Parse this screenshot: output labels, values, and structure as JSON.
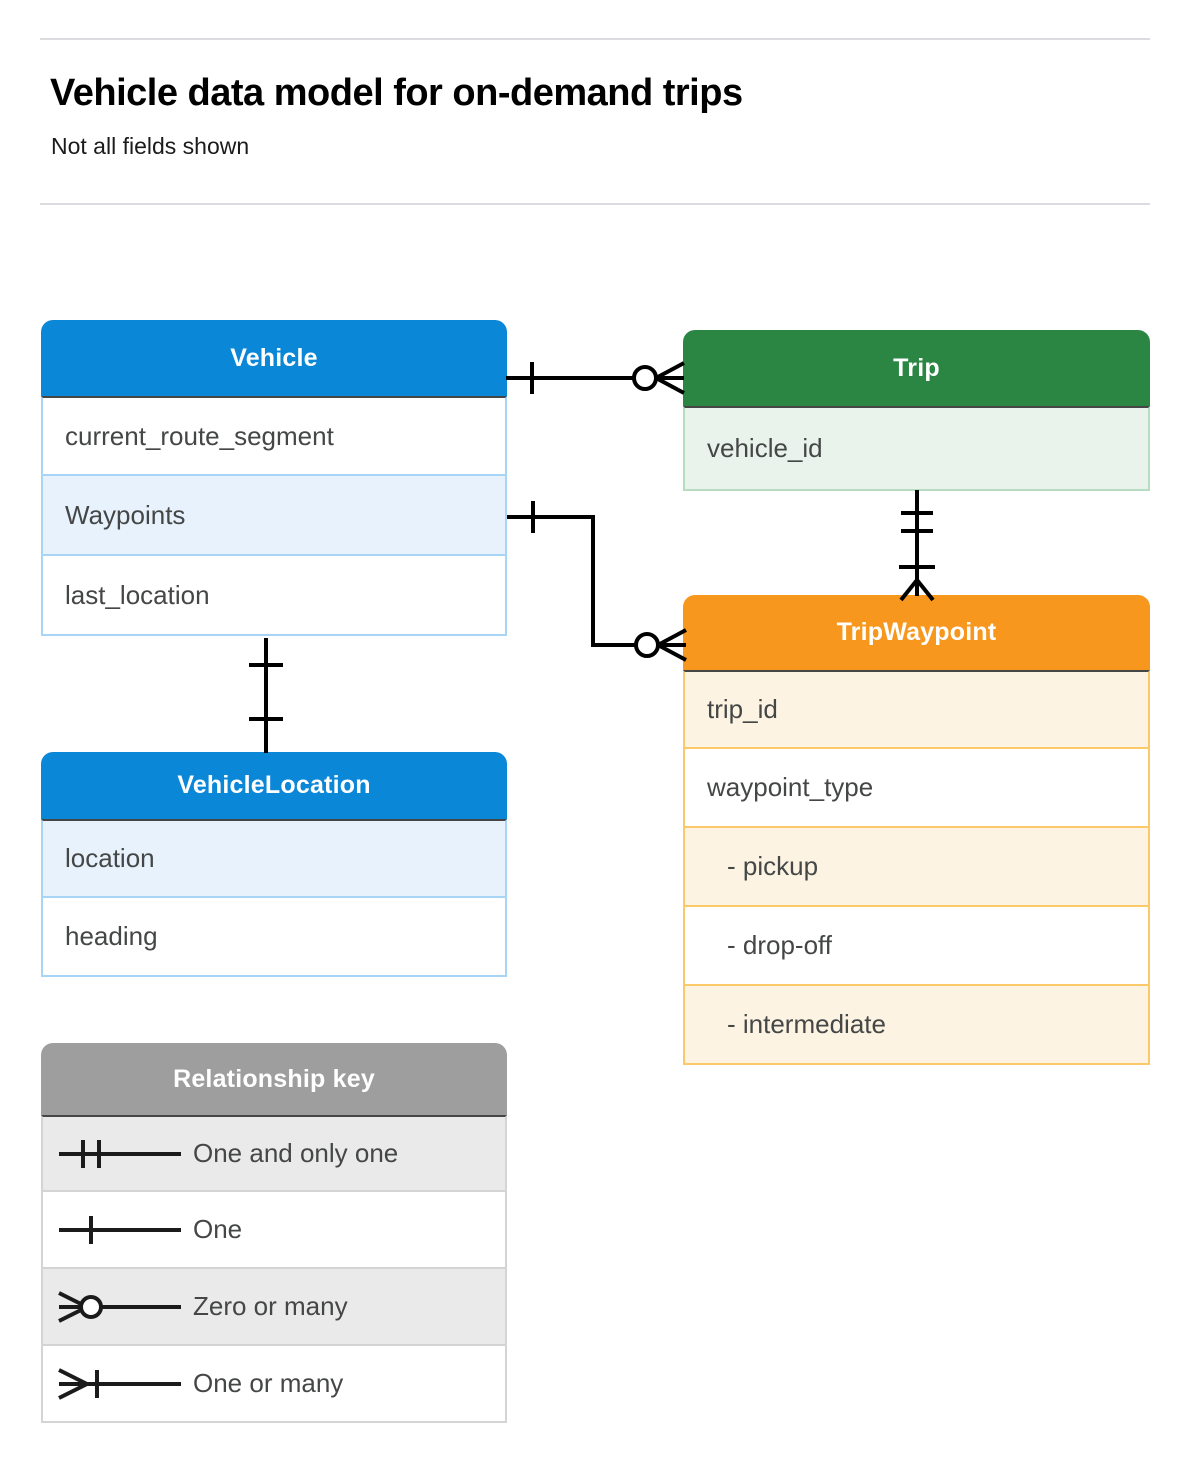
{
  "header": {
    "title": "Vehicle data model for on-demand trips",
    "subtitle": "Not all fields shown"
  },
  "entities": [
    {
      "name": "Vehicle",
      "color": "#0b87d8",
      "fields": [
        "current_route_segment",
        "Waypoints",
        "last_location"
      ]
    },
    {
      "name": "Trip",
      "color": "#2b8644",
      "fields": [
        "vehicle_id"
      ]
    },
    {
      "name": "TripWaypoint",
      "color": "#f7971d",
      "fields": [
        "trip_id",
        "waypoint_type",
        "-  pickup",
        "-  drop-off",
        "-  intermediate"
      ]
    },
    {
      "name": "VehicleLocation",
      "color": "#0b87d8",
      "fields": [
        "location",
        "heading"
      ]
    }
  ],
  "legend": {
    "title": "Relationship key",
    "items": [
      {
        "symbol": "one-and-only-one",
        "label": "One and only one"
      },
      {
        "symbol": "one",
        "label": "One"
      },
      {
        "symbol": "zero-or-many",
        "label": "Zero or many"
      },
      {
        "symbol": "one-or-many",
        "label": "One or many"
      }
    ]
  },
  "relationships": [
    {
      "from": "Vehicle",
      "to": "Trip",
      "from_cardinality": "one",
      "to_cardinality": "zero-or-many"
    },
    {
      "from": "Vehicle.Waypoints",
      "to": "TripWaypoint",
      "from_cardinality": "one",
      "to_cardinality": "zero-or-many"
    },
    {
      "from": "Trip",
      "to": "TripWaypoint",
      "from_cardinality": "one-and-only-one",
      "to_cardinality": "one-or-many"
    },
    {
      "from": "Vehicle",
      "to": "VehicleLocation",
      "from_cardinality": "one",
      "to_cardinality": "one"
    }
  ]
}
